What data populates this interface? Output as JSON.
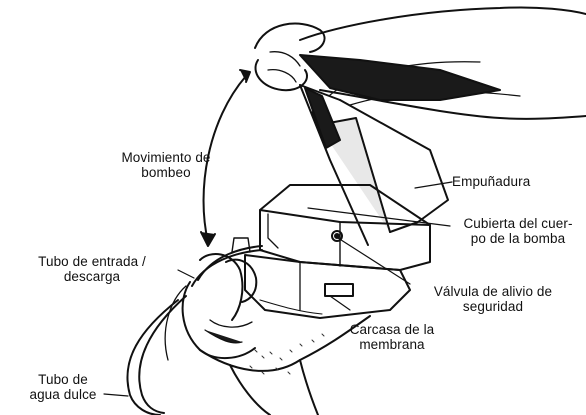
{
  "diagram": {
    "labels": {
      "movimiento": [
        "Movimiento de",
        "bombeo"
      ],
      "empunadura": [
        "Empuñadura"
      ],
      "cubierta": [
        "Cubierta del cuer-",
        "po de la bomba"
      ],
      "tubo_entrada": [
        "Tubo de entrada /",
        "descarga"
      ],
      "valvula": [
        "Válvula de alivio de",
        "seguridad"
      ],
      "carcasa": [
        "Carcasa de la",
        "membrana"
      ],
      "tubo_agua": [
        "Tubo de",
        "agua dulce"
      ]
    },
    "colors": {
      "ink": "#111111",
      "background": "#ffffff"
    }
  }
}
